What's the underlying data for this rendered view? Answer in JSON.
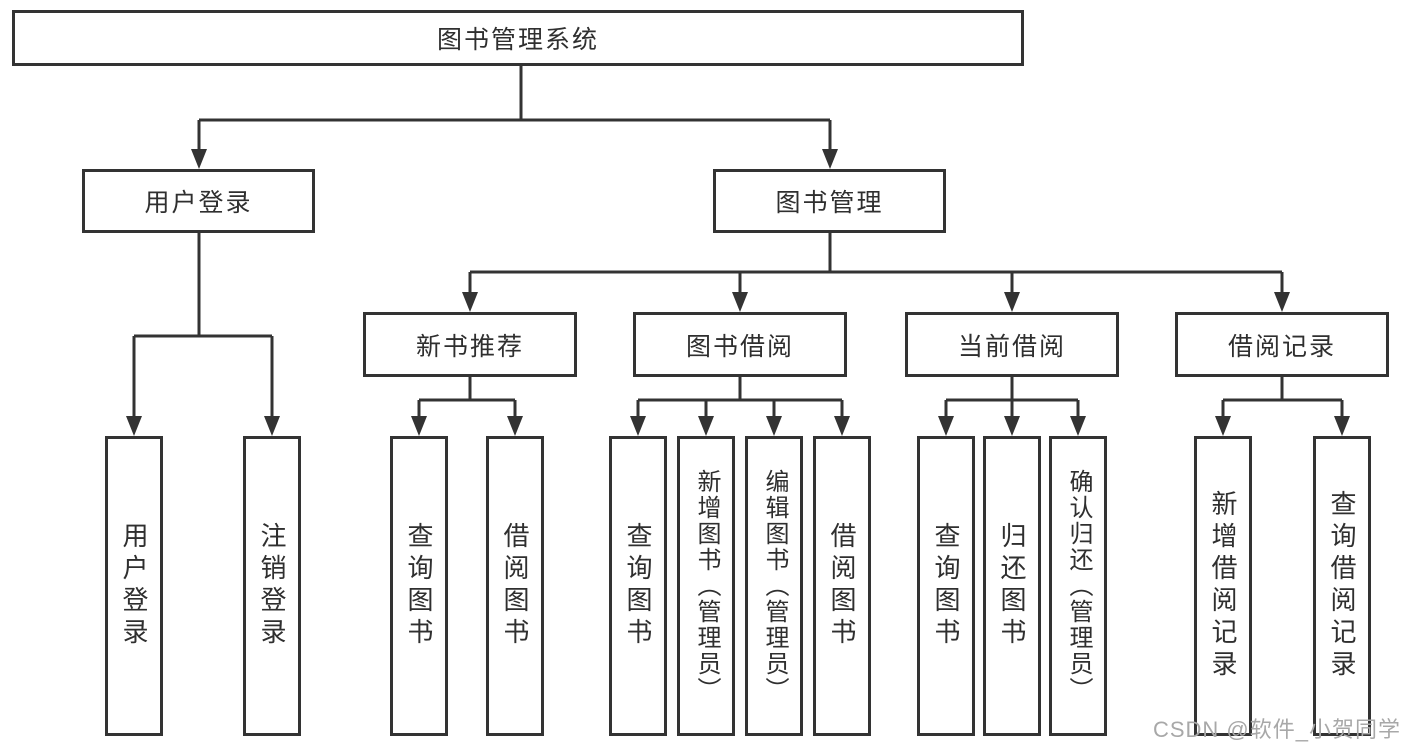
{
  "tree": {
    "label": "图书管理系统",
    "children": [
      {
        "label": "用户登录",
        "leaves": [
          "用户登录",
          "注销登录"
        ]
      },
      {
        "label": "图书管理",
        "children": [
          {
            "label": "新书推荐",
            "leaves": [
              "查询图书",
              "借阅图书"
            ]
          },
          {
            "label": "图书借阅",
            "leaves": [
              "查询图书",
              "新增图书（管理员）",
              "编辑图书（管理员）",
              "借阅图书"
            ]
          },
          {
            "label": "当前借阅",
            "leaves": [
              "查询图书",
              "归还图书",
              "确认归还（管理员）"
            ]
          },
          {
            "label": "借阅记录",
            "leaves": [
              "新增借阅记录",
              "查询借阅记录"
            ]
          }
        ]
      }
    ]
  },
  "watermark": {
    "text": "CSDN @软件_小贺同学"
  },
  "colors": {
    "line": "#333333",
    "text": "#2f2f2f",
    "box-fill": "#ffffff",
    "background": "#ffffff",
    "watermark": "#a8a8a8"
  }
}
